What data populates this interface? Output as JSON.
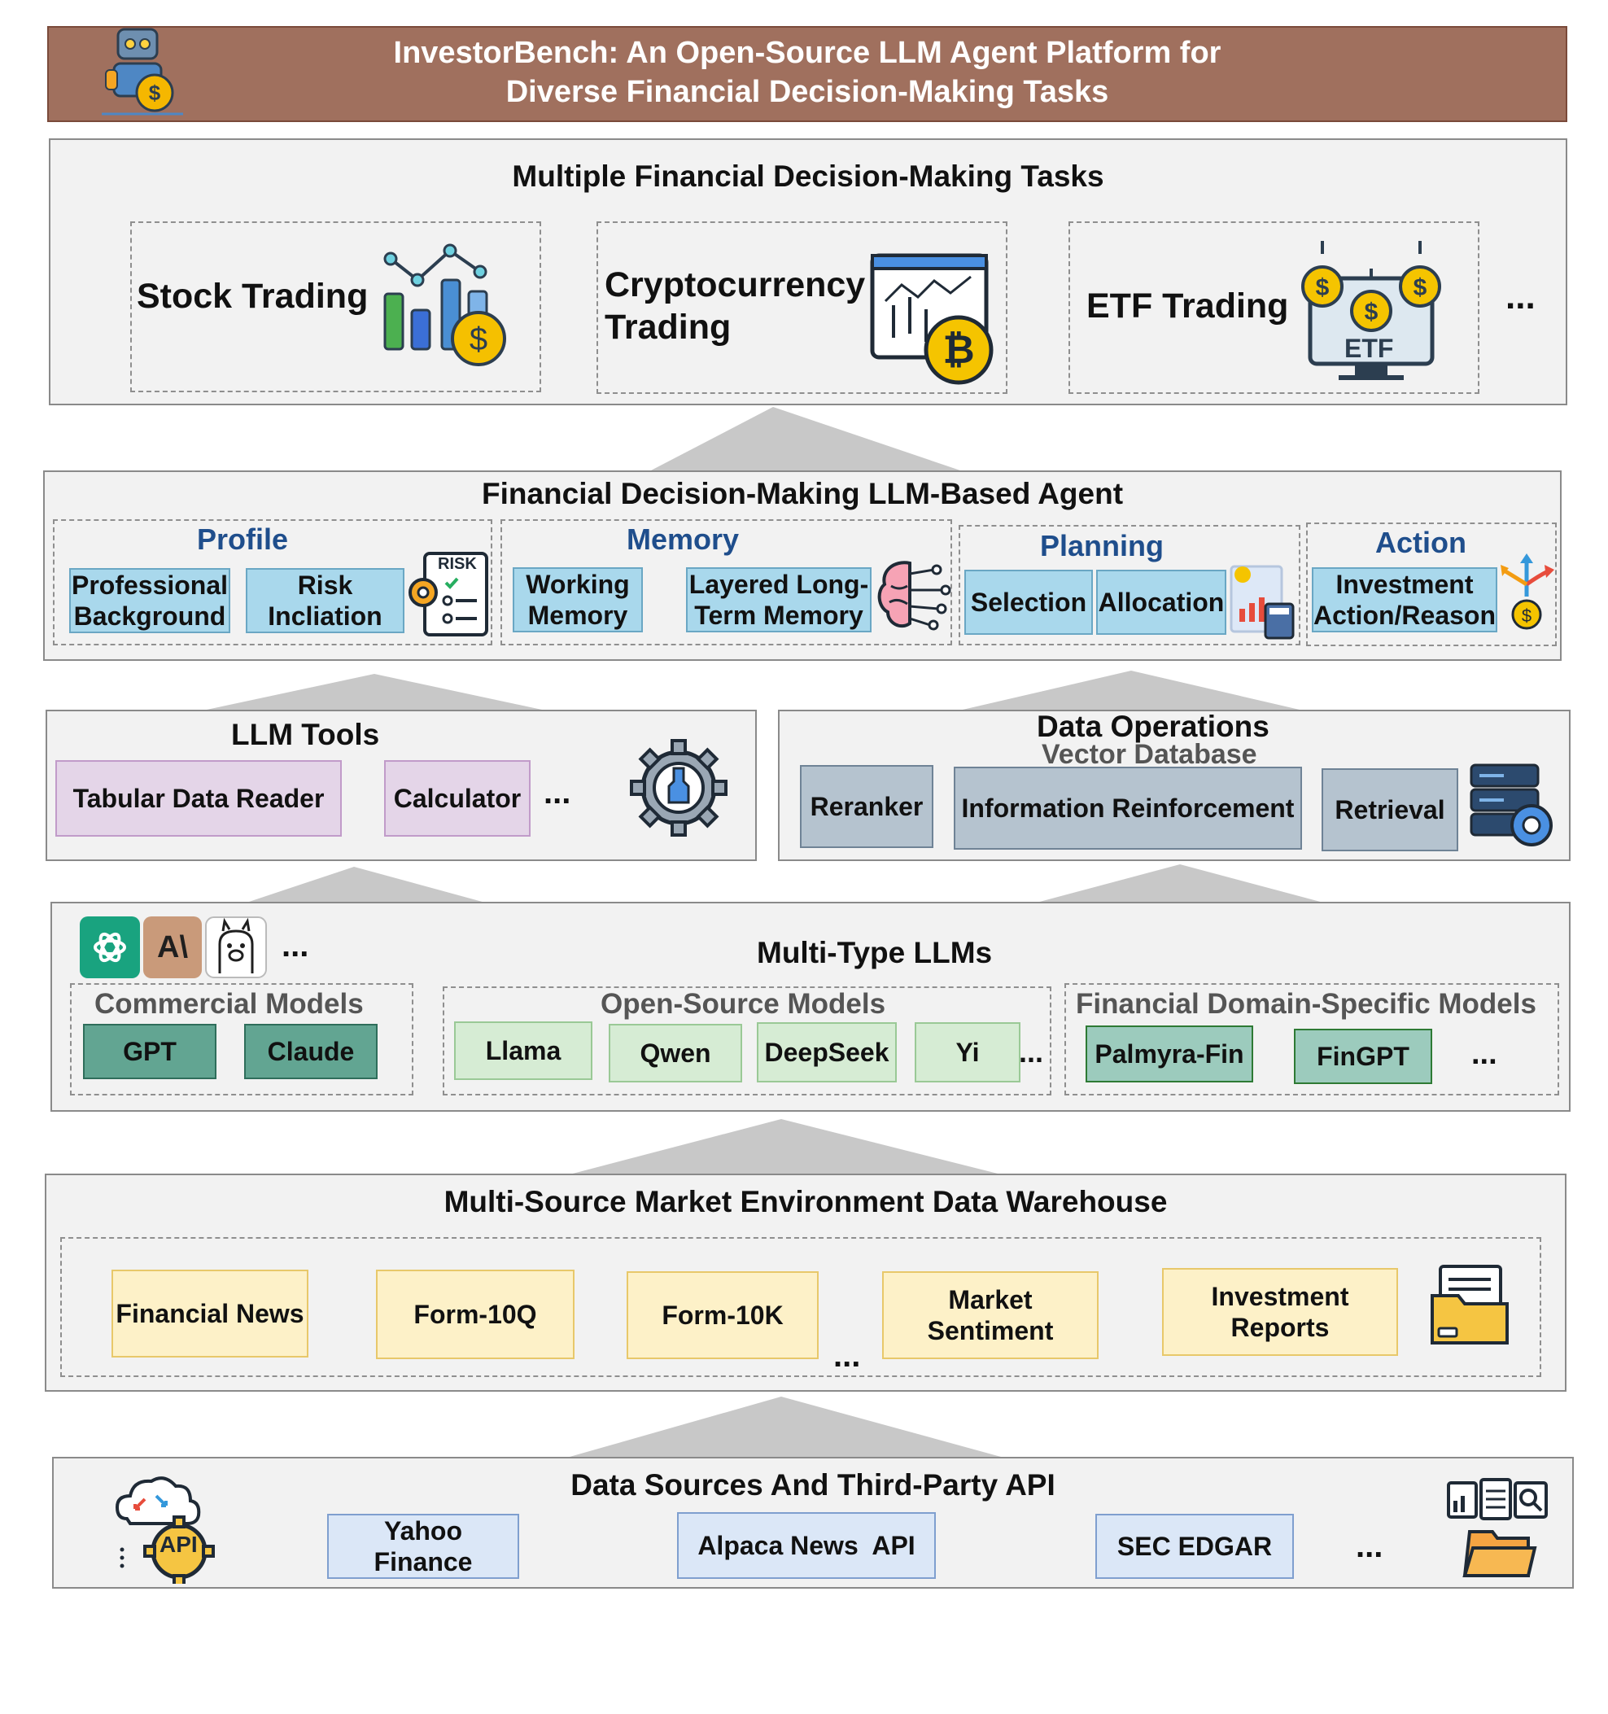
{
  "header": {
    "line1": "InvestorBench: An Open-Source LLM Agent Platform for",
    "line2": "Diverse Financial Decision-Making Tasks"
  },
  "tasks": {
    "title": "Multiple Financial Decision-Making Tasks",
    "stock": "Stock Trading",
    "crypto_line1": "Cryptocurrency",
    "crypto_line2": "Trading",
    "etf": "ETF Trading",
    "ellipsis": "...",
    "etf_icon_text": "ETF"
  },
  "agent": {
    "title": "Financial Decision-Making LLM-Based Agent",
    "profile": {
      "title": "Profile",
      "item1_l1": "Professional",
      "item1_l2": "Background",
      "item2_l1": "Risk",
      "item2_l2": "Incliation",
      "icon_text": "RISK"
    },
    "memory": {
      "title": "Memory",
      "item1_l1": "Working",
      "item1_l2": "Memory",
      "item2_l1": "Layered Long-",
      "item2_l2": "Term Memory"
    },
    "planning": {
      "title": "Planning",
      "item1": "Selection",
      "item2": "Allocation"
    },
    "action": {
      "title": "Action",
      "item1_l1": "Investment",
      "item1_l2": "Action/Reason"
    }
  },
  "tools": {
    "title": "LLM Tools",
    "item1": "Tabular Data Reader",
    "item2": "Calculator",
    "ellipsis": "..."
  },
  "dataops": {
    "title": "Data Operations",
    "subtitle": "Vector Database",
    "item1": "Reranker",
    "item2": "Information Reinforcement",
    "item3": "Retrieval"
  },
  "llms": {
    "title": "Multi-Type LLMs",
    "logo_ellipsis": "...",
    "anthropic_text": "A\\",
    "commercial": {
      "title": "Commercial Models",
      "items": [
        "GPT",
        "Claude"
      ]
    },
    "open": {
      "title": "Open-Source Models",
      "items": [
        "Llama",
        "Qwen",
        "DeepSeek",
        "Yi"
      ],
      "ellipsis": "..."
    },
    "financial": {
      "title": "Financial Domain-Specific Models",
      "items": [
        "Palmyra-Fin",
        "FinGPT"
      ],
      "ellipsis": "..."
    }
  },
  "warehouse": {
    "title": "Multi-Source Market Environment Data Warehouse",
    "item1": "Financial News",
    "item2": "Form-10Q",
    "item3": "Form-10K",
    "item4_l1": "Market",
    "item4_l2": "Sentiment",
    "item5_l1": "Investment",
    "item5_l2": "Reports",
    "ellipsis": "..."
  },
  "sources": {
    "title": "Data Sources And Third-Party API",
    "item1_l1": "Yahoo",
    "item1_l2": "Finance",
    "item2": "Alpaca News  API",
    "item3": "SEC EDGAR",
    "ellipsis": "...",
    "api_icon_text": "API"
  },
  "colors": {
    "header_bg": "#a0705e",
    "panel_bg": "#f2f2f2",
    "agent_chip": "#a9d8ec",
    "agent_heading": "#1f4e8c",
    "tool_chip": "#e4d5e8",
    "dataops_chip": "#b5c3cf",
    "commercial_chip": "#62a592",
    "open_chip": "#d6ecd4",
    "fin_chip": "#9ccbbd",
    "warehouse_chip": "#fdf1c8",
    "source_chip": "#dbe7f7",
    "connector": "#c8c8c8"
  }
}
